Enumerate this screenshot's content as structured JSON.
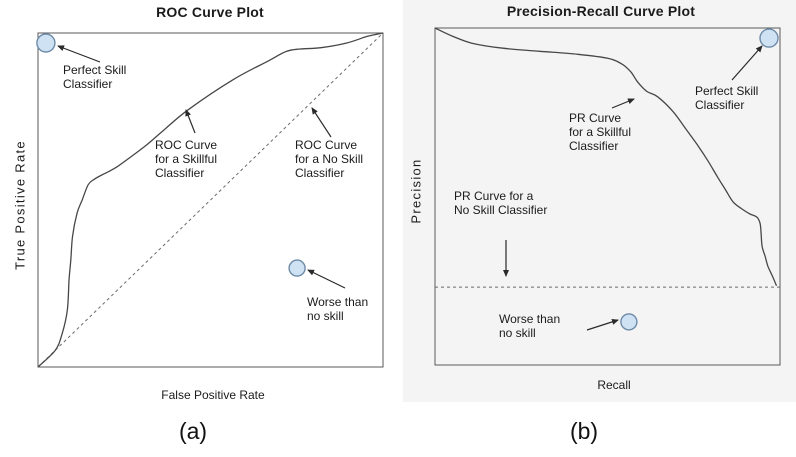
{
  "panels": [
    {
      "title": "ROC Curve Plot",
      "xlabel": "False Positive Rate",
      "ylabel": "True Positive Rate",
      "caption": "(a)",
      "annotations": {
        "perfect_skill": "Perfect Skill\nClassifier",
        "skillful_curve": "ROC Curve\nfor a Skillful\nClassifier",
        "no_skill_curve": "ROC Curve\nfor a No Skill\nClassifier",
        "worse": "Worse than\nno skill"
      }
    },
    {
      "title": "Precision-Recall Curve Plot",
      "xlabel": "Recall",
      "ylabel": "Precision",
      "caption": "(b)",
      "annotations": {
        "perfect_skill": "Perfect Skill\nClassifier",
        "skillful_curve": "PR Curve\nfor a Skillful\nClassifier",
        "no_skill_curve": "PR Curve for a\nNo Skill Classifier",
        "worse": "Worse than\nno skill"
      }
    }
  ],
  "colors": {
    "marker_fill": "#cfe2f3",
    "marker_stroke": "#6d8ba8",
    "curve": "#474747",
    "dashed_line": "#6a6a6a",
    "plot_border": "#5a5a5a",
    "panel_b_background": "#f4f4f4",
    "text": "#1b1b1b"
  },
  "chart_data": [
    {
      "type": "line",
      "title": "ROC Curve Plot",
      "xlabel": "False Positive Rate",
      "ylabel": "True Positive Rate",
      "xlim": [
        0,
        1
      ],
      "ylim": [
        0,
        1
      ],
      "grid": false,
      "ticks_visible": false,
      "legend": "annotated-arrows",
      "series": [
        {
          "name": "ROC Curve for a Skillful Classifier",
          "style": "solid",
          "x": [
            0,
            0.05,
            0.07,
            0.085,
            0.09,
            0.095,
            0.1,
            0.113,
            0.128,
            0.145,
            0.16,
            0.185,
            0.205,
            0.23,
            0.27,
            0.315,
            0.36,
            0.435,
            0.565,
            0.665,
            0.72,
            0.76,
            0.82,
            0.895,
            0.955,
            1.0
          ],
          "y": [
            0,
            0.05,
            0.1,
            0.17,
            0.26,
            0.32,
            0.39,
            0.46,
            0.5,
            0.545,
            0.56,
            0.575,
            0.585,
            0.6,
            0.63,
            0.665,
            0.705,
            0.77,
            0.86,
            0.915,
            0.945,
            0.952,
            0.956,
            0.97,
            0.99,
            1.0
          ]
        },
        {
          "name": "ROC Curve for a No Skill Classifier",
          "style": "dashed",
          "x": [
            0,
            1
          ],
          "y": [
            0,
            1
          ]
        }
      ],
      "markers": [
        {
          "name": "Perfect Skill Classifier",
          "x": 0.023,
          "y": 0.97
        },
        {
          "name": "Worse than no skill",
          "x": 0.751,
          "y": 0.296
        }
      ]
    },
    {
      "type": "line",
      "title": "Precision-Recall Curve Plot",
      "xlabel": "Recall",
      "ylabel": "Precision",
      "xlim": [
        0,
        1
      ],
      "ylim": [
        0,
        1
      ],
      "grid": false,
      "ticks_visible": false,
      "legend": "annotated-arrows",
      "series": [
        {
          "name": "PR Curve for a Skillful Classifier",
          "style": "solid",
          "x": [
            0,
            0.05,
            0.107,
            0.197,
            0.304,
            0.414,
            0.501,
            0.542,
            0.568,
            0.588,
            0.614,
            0.645,
            0.69,
            0.73,
            0.762,
            0.791,
            0.817,
            0.841,
            0.864,
            0.89,
            0.913,
            0.933,
            0.942,
            0.945,
            0.948,
            0.957,
            0.965,
            0.977,
            0.99
          ],
          "y": [
            1.0,
            0.976,
            0.955,
            0.94,
            0.931,
            0.922,
            0.91,
            0.893,
            0.869,
            0.839,
            0.812,
            0.796,
            0.752,
            0.696,
            0.651,
            0.606,
            0.561,
            0.522,
            0.484,
            0.463,
            0.448,
            0.439,
            0.421,
            0.394,
            0.352,
            0.322,
            0.293,
            0.266,
            0.235
          ]
        },
        {
          "name": "PR Curve for a No Skill Classifier",
          "style": "dashed",
          "x": [
            0,
            1
          ],
          "y": [
            0.231,
            0.231
          ]
        }
      ],
      "markers": [
        {
          "name": "Perfect Skill Classifier",
          "x": 0.968,
          "y": 0.97
        },
        {
          "name": "Worse than no skill",
          "x": 0.562,
          "y": 0.128
        }
      ]
    }
  ]
}
